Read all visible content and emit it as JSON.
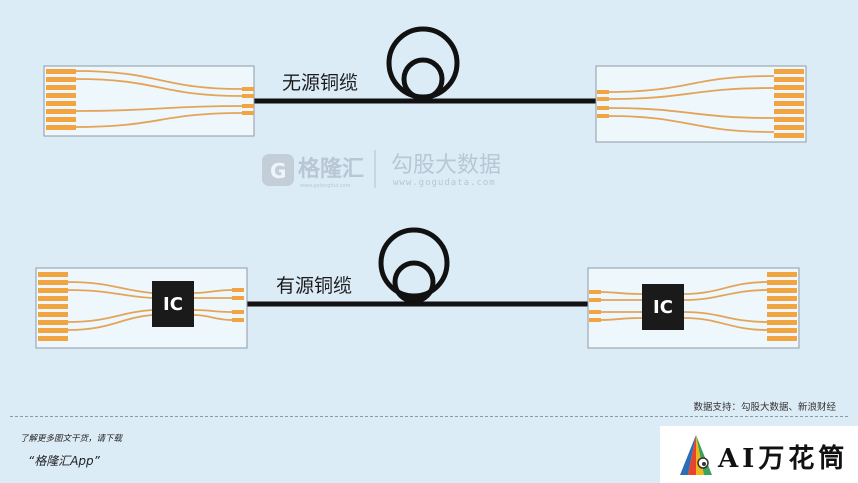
{
  "diagram": {
    "passive_label": "无源铜缆",
    "active_label": "有源铜缆",
    "ic_label": "IC",
    "colors": {
      "background": "#dcecf6",
      "board": "#eef7fc",
      "board_border": "#8e9aa6",
      "pad": "#f2a440",
      "trace": "#e3a458",
      "cable": "#111111",
      "chip": "#1a1a1a"
    }
  },
  "watermark": {
    "brand_cn": "格隆汇",
    "brand_url": "www.gelonghui.com",
    "partner_cn": "勾股大数据",
    "partner_url": "www.gogudata.com"
  },
  "footer": {
    "source": "数据支持：勾股大数据、新浪财经",
    "promo_line1": "了解更多图文干货，请下载",
    "promo_line2": "“格隆汇App”"
  },
  "badge": {
    "text": "AI万花筒",
    "logo_icon": "kaleidoscope-logo-icon"
  }
}
